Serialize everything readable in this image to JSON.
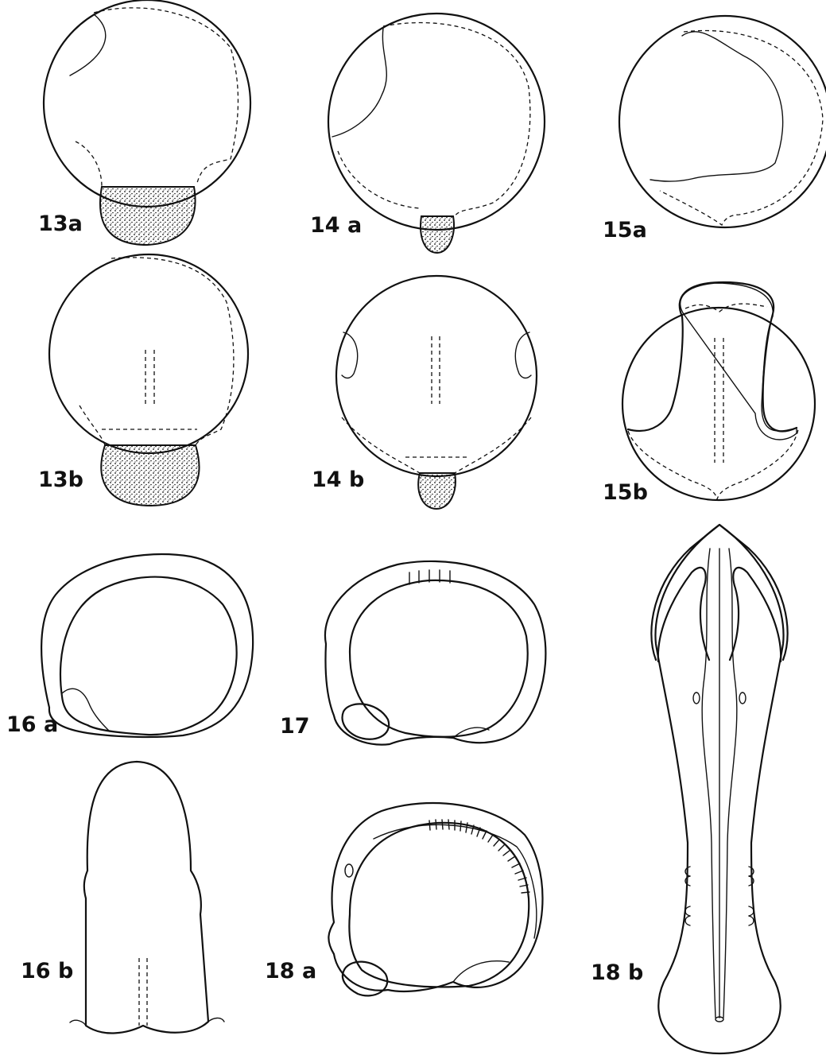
{
  "plate": {
    "labels": {
      "fig13a": "13a",
      "fig14a": "14 a",
      "fig15a": "15a",
      "fig13b": "13b",
      "fig14b": "14 b",
      "fig15b": "15b",
      "fig16a": "16 a",
      "fig17": "17",
      "fig16b": "16 b",
      "fig18a": "18 a",
      "fig18b": "18 b"
    }
  }
}
